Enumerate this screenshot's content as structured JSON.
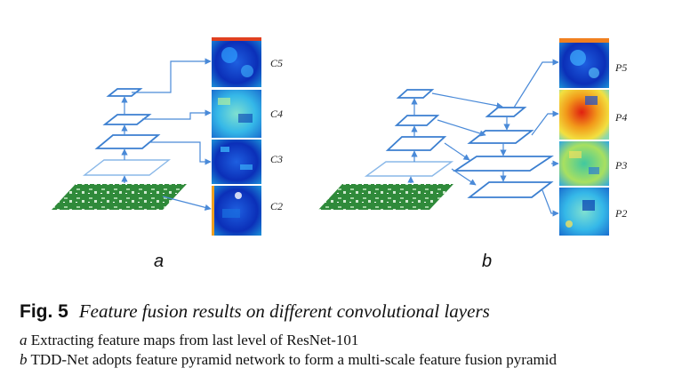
{
  "figure": {
    "panel_a_label": "a",
    "panel_b_label": "b",
    "panel_a_maps": [
      "C5",
      "C4",
      "C3",
      "C2"
    ],
    "panel_b_maps": [
      "P5",
      "P4",
      "P3",
      "P2"
    ],
    "colors": {
      "layer_blue": "#3b7fd0",
      "arrow_blue": "#4a8ad8",
      "board_green": "#2f8a3a"
    }
  },
  "caption": {
    "number": "Fig. 5",
    "title": "Feature fusion results on different convolutional layers",
    "sub_a_letter": "a",
    "sub_a_text": " Extracting feature maps from last level of ResNet-101",
    "sub_b_letter": "b",
    "sub_b_text": " TDD-Net adopts feature pyramid network to form a multi-scale feature fusion pyramid"
  }
}
